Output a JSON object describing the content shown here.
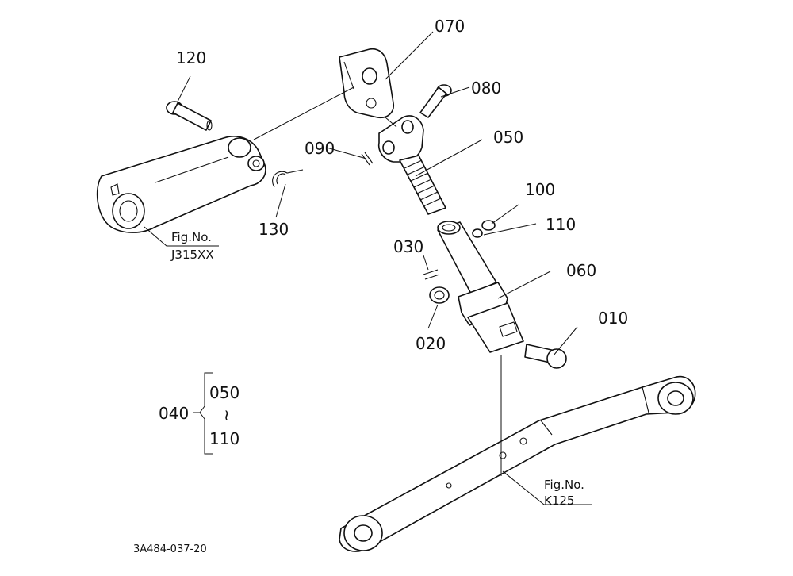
{
  "callouts": {
    "p010": "010",
    "p020": "020",
    "p030": "030",
    "p050": "050",
    "p060": "060",
    "p070": "070",
    "p080": "080",
    "p090": "090",
    "p100": "100",
    "p110": "110",
    "p120": "120",
    "p130": "130"
  },
  "assembly_group": {
    "parent": "040",
    "from": "050",
    "range_mark": "≀",
    "to": "110"
  },
  "figure_refs": {
    "upper": {
      "label": "Fig.No.",
      "number": "J315XX"
    },
    "lower": {
      "label": "Fig.No.",
      "number": "K125"
    }
  },
  "drawing_code": "3A484-037-20"
}
